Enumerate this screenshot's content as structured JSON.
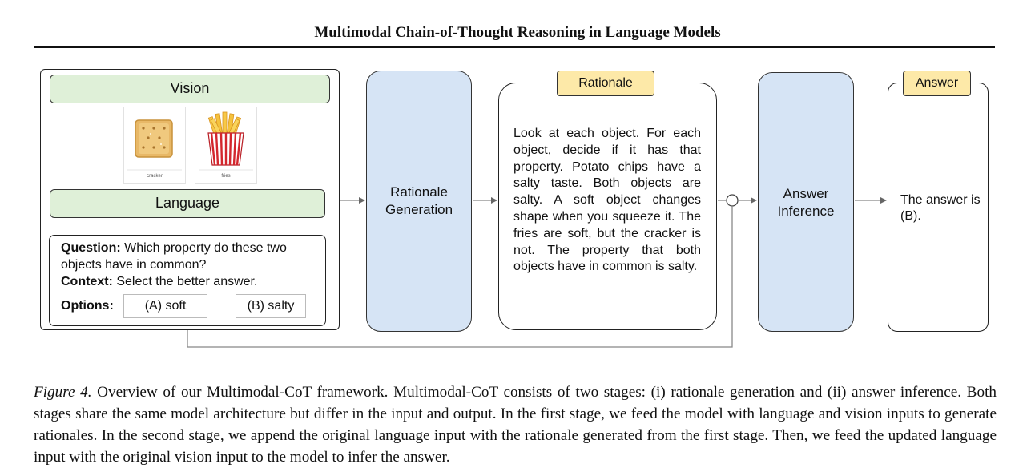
{
  "header": {
    "title": "Multimodal Chain-of-Thought Reasoning in Language Models"
  },
  "input": {
    "vision_label": "Vision",
    "images": [
      {
        "label": "cracker",
        "icon": "cracker-icon"
      },
      {
        "label": "fries",
        "icon": "fries-icon"
      }
    ],
    "language_label": "Language",
    "question_key": "Question:",
    "question_text": " Which property do these two objects have in common?",
    "context_key": "Context:",
    "context_text": " Select the better answer.",
    "options_key": "Options:",
    "options": [
      "(A) soft",
      "(B) salty"
    ]
  },
  "stages": {
    "generation_line1": "Rationale",
    "generation_line2": "Generation",
    "rationale_title": "Rationale",
    "rationale_text": "Look at each object. For each object, decide if it has that property. Potato chips have a salty taste. Both objects are salty. A soft object changes shape when you squeeze it. The fries are soft, but the cracker is not. The property that both objects have in common is salty.",
    "inference_line1": "Answer",
    "inference_line2": "Inference",
    "answer_title": "Answer",
    "answer_text": "The answer is (B)."
  },
  "caption": {
    "label": "Figure 4.",
    "text": " Overview of our Multimodal-CoT framework. Multimodal-CoT consists of two stages: (i) rationale generation and (ii) answer inference. Both stages share the same model architecture but differ in the input and output. In the first stage, we feed the model with language and vision inputs to generate rationales. In the second stage, we append the original language input with the rationale generated from the first stage. Then, we feed the updated language input with the original vision input to the model to infer the answer."
  },
  "colors": {
    "vision_green": "#dff0d8",
    "stage_blue": "#d6e4f5",
    "title_yellow": "#fde9a8",
    "arrow": "#777777"
  }
}
